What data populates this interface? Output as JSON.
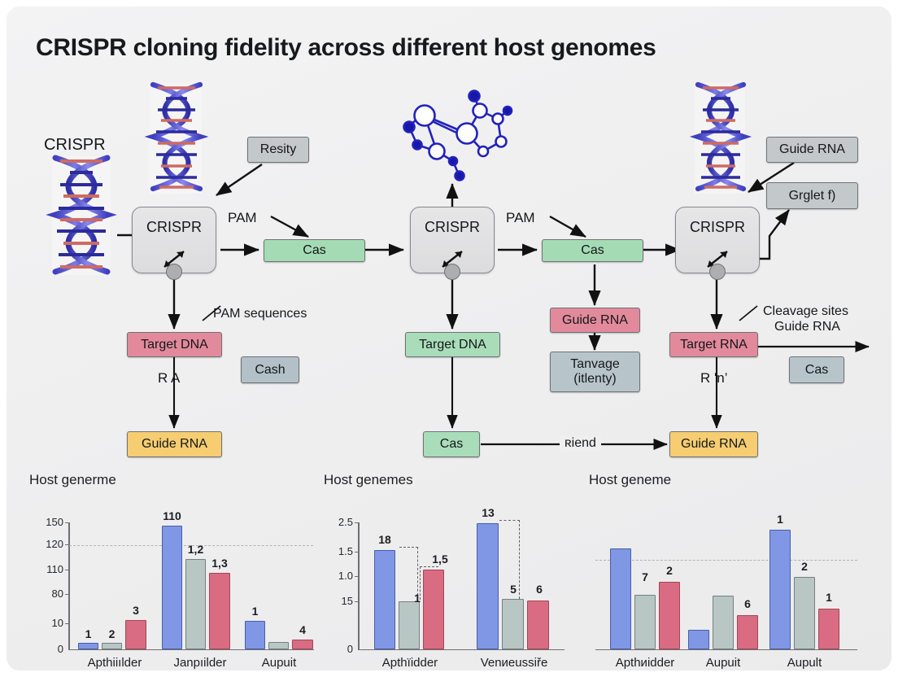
{
  "page": {
    "title": "CRISPR cloning fidelity across different host genomes",
    "background": "#f0f0f1",
    "accent_blue": "#8097e6",
    "accent_gray": "#b8c6c4",
    "accent_red": "#d96c82"
  },
  "diagram": {
    "left": {
      "helix_label": "CRISPR",
      "resity_box": "Resity",
      "process": "CRISPR",
      "pam_label": "PAM",
      "cas_box": "Cas",
      "pam_sequences": "PAM sequences",
      "target_box": "Target DNA",
      "cash_box": "Cash",
      "edge_label": "R A",
      "guide_box": "Guide RNA"
    },
    "middle": {
      "process": "CRISPR",
      "pam_label": "PAM",
      "cas_box": "Cas",
      "target_box": "Target DNA",
      "cas_bottom_box": "Cas",
      "guide_box": "Guide RNA",
      "cleavage_box_line1": "Tanvage",
      "cleavage_box_line2": "(itlenty)",
      "arrow_label": "ʀiend"
    },
    "right": {
      "guide_rna_box": "Guide RNA",
      "grglet_box": "Grglet f)",
      "process": "CRISPR",
      "target_box": "Target RNA",
      "cleavage_line1": "Cleavage sites",
      "cleavage_line2": "Guide RNA",
      "cas_box": "Cas",
      "edge_label": "R ʹn’",
      "guide_box": "Guide RNA"
    }
  },
  "chart_data": [
    {
      "type": "bar",
      "title": "Host generme",
      "categories": [
        "Apthiiılder",
        "Janpıilder",
        "Aupuit"
      ],
      "series": [
        {
          "name": "blue",
          "values": [
            4,
            134,
            48
          ],
          "color": "#8097e6"
        },
        {
          "name": "gray",
          "values": [
            4,
            93,
            7
          ],
          "color": "#b8c6c4"
        },
        {
          "name": "red",
          "values": [
            45,
            76,
            9
          ],
          "color": "#d96c82"
        }
      ],
      "bar_labels": [
        [
          "1",
          "2",
          "3"
        ],
        [
          "110",
          "1,2",
          "1,3"
        ],
        [
          "1",
          "",
          "4"
        ]
      ],
      "ytick_labels": [
        "150",
        "120",
        "110",
        "80",
        "10",
        "0"
      ],
      "reference_line": "120",
      "ylabel": "",
      "xlabel": "",
      "grid": false,
      "legend": "none"
    },
    {
      "type": "bar",
      "title": "Host genemes",
      "categories": [
        "Apthïidder",
        "Venиeussiře"
      ],
      "series": [
        {
          "name": "blue",
          "values": [
            1.42,
            2.35
          ],
          "color": "#8097e6"
        },
        {
          "name": "gray",
          "values": [
            0.42,
            0.47
          ],
          "color": "#b8c6c4"
        },
        {
          "name": "red",
          "values": [
            1.1,
            0.45
          ],
          "color": "#d96c82"
        }
      ],
      "bar_labels": [
        [
          "18",
          "1",
          "1,5"
        ],
        [
          "13",
          "5",
          "6"
        ]
      ],
      "ytick_labels": [
        "2.5",
        "1.5",
        "1.0",
        "15",
        "0"
      ],
      "annotation": "dashed connectors between bars",
      "ylabel": "",
      "xlabel": "",
      "grid": false,
      "legend": "none"
    },
    {
      "type": "bar",
      "title": "Host geneme",
      "categories": [
        "Apthиidder",
        "Aupuit",
        "Aupult"
      ],
      "series": [
        {
          "name": "blue",
          "values": [
            118,
            16,
            148
          ],
          "color": "#8097e6"
        },
        {
          "name": "gray",
          "values": [
            45,
            45,
            75
          ],
          "color": "#b8c6c4"
        },
        {
          "name": "red",
          "values": [
            63,
            35,
            33
          ],
          "color": "#d96c82"
        }
      ],
      "bar_labels": [
        [
          "",
          "7",
          "2"
        ],
        [
          "",
          "",
          "6"
        ],
        [
          "1",
          "2",
          "1"
        ]
      ],
      "ytick_labels": [],
      "reference_line": "unlabeled dashed line",
      "ylabel": "",
      "xlabel": "",
      "grid": false,
      "legend": "none"
    }
  ]
}
